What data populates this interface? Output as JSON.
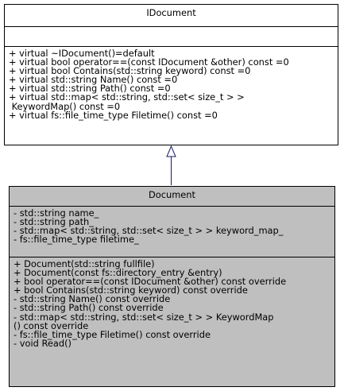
{
  "base_class": {
    "name": "IDocument",
    "attributes": [],
    "methods": [
      "+ virtual ~IDocument()=default",
      "+ virtual bool operator==(const IDocument &other) const =0",
      "+ virtual bool Contains(std::string keyword) const =0",
      "+ virtual std::string Name() const =0",
      "+ virtual std::string Path() const =0",
      "+ virtual std::map< std::string, std::set< size_t > >",
      " KeywordMap() const =0",
      "+ virtual fs::file_time_type Filetime() const =0"
    ]
  },
  "derived_class": {
    "name": "Document",
    "attributes": [
      "- std::string name_",
      "- std::string path_",
      "- std::map< std::string, std::set< size_t > > keyword_map_",
      "- fs::file_time_type filetime_"
    ],
    "methods": [
      "+ Document(std::string fullfile)",
      "+ Document(const fs::directory_entry &entry)",
      "+ bool operator==(const IDocument &other) const override",
      "+ bool Contains(std::string keyword) const override",
      "- std::string Name() const override",
      "- std::string Path() const override",
      "- std::map< std::string, std::set< size_t > > KeywordMap",
      "() const override",
      "- fs::file_time_type Filetime() const override",
      "- void Read()"
    ]
  },
  "relationship": {
    "type": "inheritance",
    "colors": {
      "edge": "#191970",
      "derived_fill": "#bfbfbf",
      "base_fill": "#ffffff"
    }
  }
}
